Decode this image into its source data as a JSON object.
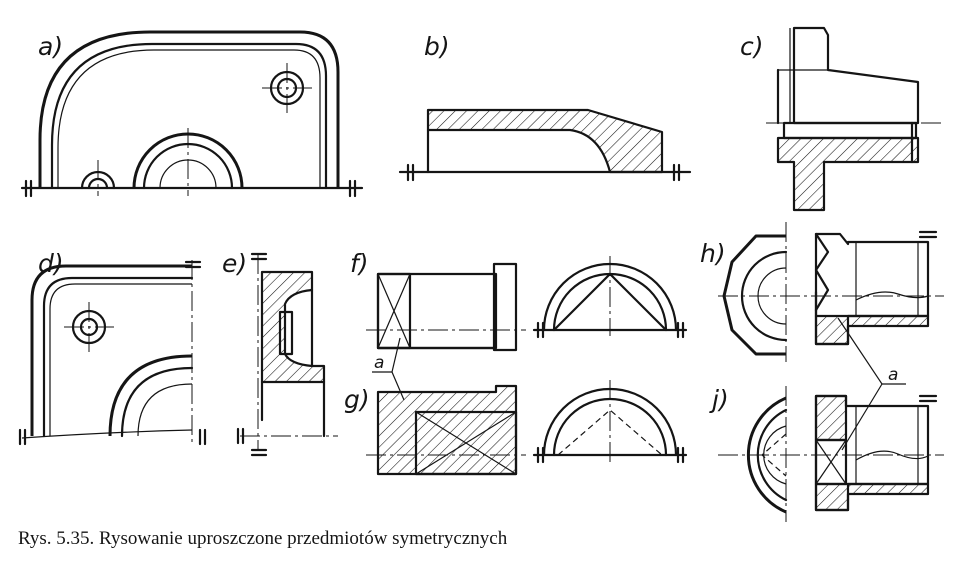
{
  "labels": {
    "a": "a)",
    "b": "b)",
    "c": "c)",
    "d": "d)",
    "e": "e)",
    "f": "f)",
    "g": "g)",
    "h": "h)",
    "j": "j)",
    "leader_left": "a",
    "leader_right": "a"
  },
  "caption": "Rys. 5.35. Rysowanie uproszczone przedmiotów symetrycznych"
}
